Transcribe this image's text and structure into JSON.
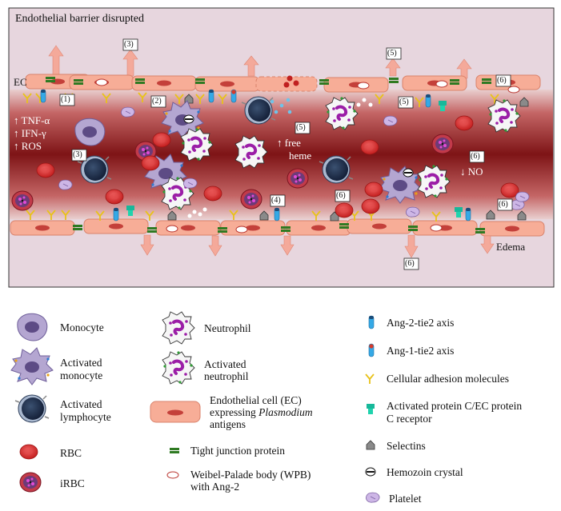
{
  "diagram": {
    "title": "Endothelial barrier disrupted",
    "labels": {
      "ec": "EC",
      "tnf": "↑ TNF-α",
      "ifn": "↑ IFN-γ",
      "ros": "↑ ROS",
      "free": "↑ free",
      "heme": "heme",
      "no": "↓ NO",
      "edema": "Edema"
    },
    "tags": {
      "t1": "(1)",
      "t2": "(2)",
      "t3a": "(3)",
      "t3b": "(3)",
      "t4": "(4)",
      "t5a": "(5)",
      "t5b": "(5)",
      "t5c": "(5)",
      "t6a": "(6)",
      "t6b": "(6)",
      "t6c": "(6)",
      "t6d": "(6)",
      "t6e": "(6)"
    },
    "colors": {
      "lumen_dark": "#7e1416",
      "lumen_light": "#e8c9c9",
      "ec": "#f7ad97",
      "rbc": "#d62c2c",
      "monocyte": "#b3a6cf",
      "neutrophil": "#9b1ea7",
      "lymphocyte": "#2a3b57",
      "tight_junction": "#2f7a22",
      "adhesion": "#e8c21a",
      "apc": "#18b89a",
      "arrow": "#f4a99a"
    }
  },
  "legend": {
    "monocyte": "Monocyte",
    "activated_monocyte_1": "Activated",
    "activated_monocyte_2": "monocyte",
    "activated_lymphocyte_1": "Activated",
    "activated_lymphocyte_2": "lymphocyte",
    "rbc": "RBC",
    "irbc": "iRBC",
    "neutrophil": "Neutrophil",
    "activated_neutrophil_1": "Activated",
    "activated_neutrophil_2": "neutrophil",
    "ec_1": "Endothelial cell (EC)",
    "ec_2": "expressing",
    "ec_2_italic": "Plasmodium",
    "ec_3": "antigens",
    "tight_junction": "Tight junction protein",
    "wpb_1": "Weibel-Palade body (WPB)",
    "wpb_2": "with Ang-2",
    "ang2": "Ang-2-tie2 axis",
    "ang1": "Ang-1-tie2 axis",
    "cam": "Cellular adhesion molecules",
    "apc_1": "Activated protein C/EC protein",
    "apc_2": "C receptor",
    "selectins": "Selectins",
    "hemozoin": "Hemozoin crystal",
    "platelet": "Platelet"
  }
}
